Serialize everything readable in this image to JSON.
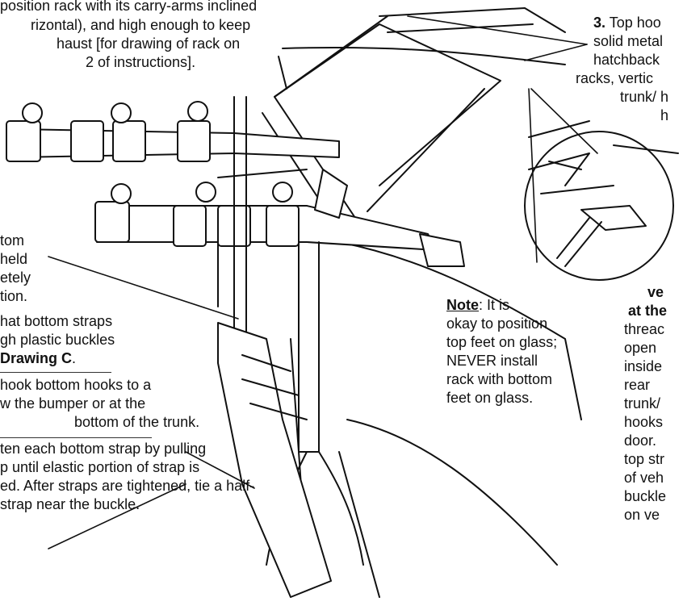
{
  "top_left": {
    "line1": "position rack with its carry-arms inclined",
    "line2": "rizontal), and high enough to keep",
    "line3": "haust [for drawing of rack on",
    "line4": "2 of instructions]."
  },
  "top_right": {
    "line1_num": "3.",
    "line1": " Top hoo",
    "line2": "solid metal",
    "line3": "hatchback",
    "line4": "racks, vertic",
    "line5": "trunk/ h",
    "line6": "h"
  },
  "left_mid": {
    "line1": "tom",
    "line2": "held",
    "line3": "etely",
    "line4": "tion."
  },
  "left_lower": {
    "a1": "hat bottom straps",
    "a2": "gh plastic buckles",
    "a3": "Drawing C",
    "a3_tail": ".",
    "b1": "hook bottom hooks to a",
    "b2": "w the bumper or at the",
    "b3": "bottom of the trunk.",
    "c1": "ten each bottom strap by pulling",
    "c2": "p until elastic portion of strap is",
    "c3": "ed. After straps are tightened, tie a half-",
    "c4": "strap near the buckle."
  },
  "note": {
    "label": "Note",
    "colon": ":  It is",
    "line2": "okay to position",
    "line3": "top feet on glass;",
    "line4": "NEVER install",
    "line5": "rack with bottom",
    "line6": "feet on glass."
  },
  "right_lower": {
    "l1": "ve",
    "l2": "at the",
    "l3": "threac",
    "l4": "open",
    "l5": "inside",
    "l6": "rear",
    "l7": "trunk/",
    "l8": "hooks",
    "l9": "door.",
    "l10": "top str",
    "l11": "of veh",
    "l12": "buckle",
    "l13": "on ve"
  }
}
